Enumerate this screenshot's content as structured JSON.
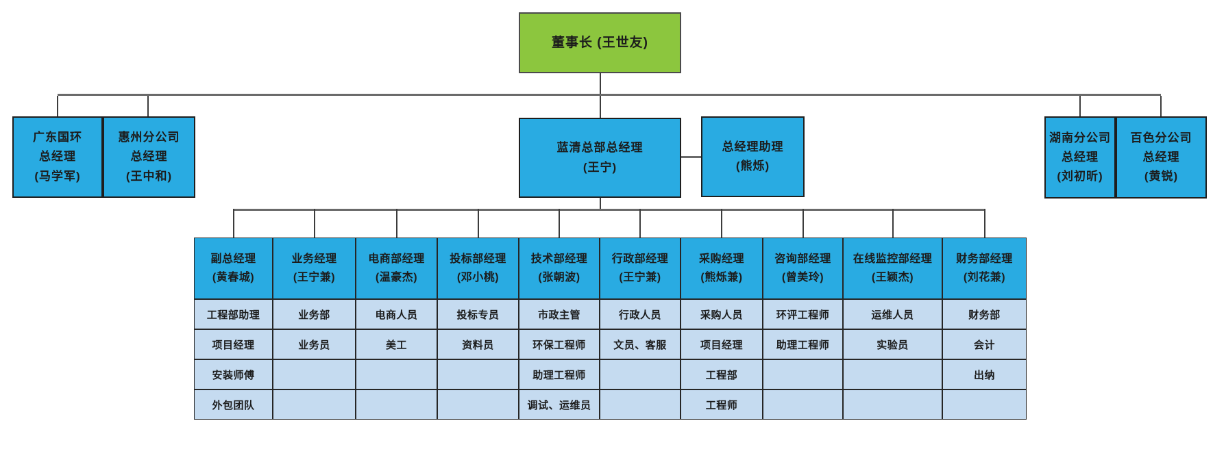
{
  "colors": {
    "chairman_fill": "#8CC63E",
    "node_fill": "#29ABE2",
    "cell_fill": "#C5DBF0",
    "line_gray": "#6A6A6A",
    "line_dark": "#3C3C3C",
    "border_dark": "#262626",
    "text": "#1C1C1C"
  },
  "org": {
    "chairman": "董事长 (王世友)",
    "level2": [
      {
        "lines": [
          "广东国环",
          "总经理",
          "(马学军)"
        ]
      },
      {
        "lines": [
          "惠州分公司",
          "总经理",
          "(王中和)"
        ]
      },
      {
        "lines": [
          "蓝清总部总经理",
          "(王宁)"
        ]
      },
      {
        "lines": [
          "总经理助理",
          "(熊烁)"
        ]
      },
      {
        "lines": [
          "湖南分公司",
          "总经理",
          "(刘初昕)"
        ]
      },
      {
        "lines": [
          "百色分公司",
          "总经理",
          "(黄锐)"
        ]
      }
    ],
    "departments": {
      "columns": [
        {
          "title": [
            "副总经理",
            "(黄春城)"
          ],
          "cells": [
            "工程部助理",
            "项目经理",
            "安装师傅",
            "外包团队"
          ]
        },
        {
          "title": [
            "业务经理",
            "(王宁兼)"
          ],
          "cells": [
            "业务部",
            "业务员",
            "",
            ""
          ]
        },
        {
          "title": [
            "电商部经理",
            "(温豪杰)"
          ],
          "cells": [
            "电商人员",
            "美工",
            "",
            ""
          ]
        },
        {
          "title": [
            "投标部经理",
            "(邓小桃)"
          ],
          "cells": [
            "投标专员",
            "资料员",
            "",
            ""
          ]
        },
        {
          "title": [
            "技术部经理",
            "(张朝波)"
          ],
          "cells": [
            "市政主管",
            "环保工程师",
            "助理工程师",
            "调试、运维员"
          ]
        },
        {
          "title": [
            "行政部经理",
            "(王宁兼)"
          ],
          "cells": [
            "行政人员",
            "文员、客服",
            "",
            ""
          ]
        },
        {
          "title": [
            "采购经理",
            "(熊烁兼)"
          ],
          "cells": [
            "采购人员",
            "项目经理",
            "工程部",
            "工程师"
          ]
        },
        {
          "title": [
            "咨询部经理",
            "(曾美玲)"
          ],
          "cells": [
            "环评工程师",
            "助理工程师",
            "",
            ""
          ]
        },
        {
          "title": [
            "在线监控部经理",
            "(王颖杰)"
          ],
          "cells": [
            "运维人员",
            "实验员",
            "",
            ""
          ]
        },
        {
          "title": [
            "财务部经理",
            "(刘花兼)"
          ],
          "cells": [
            "财务部",
            "会计",
            "出纳",
            ""
          ]
        }
      ]
    }
  }
}
